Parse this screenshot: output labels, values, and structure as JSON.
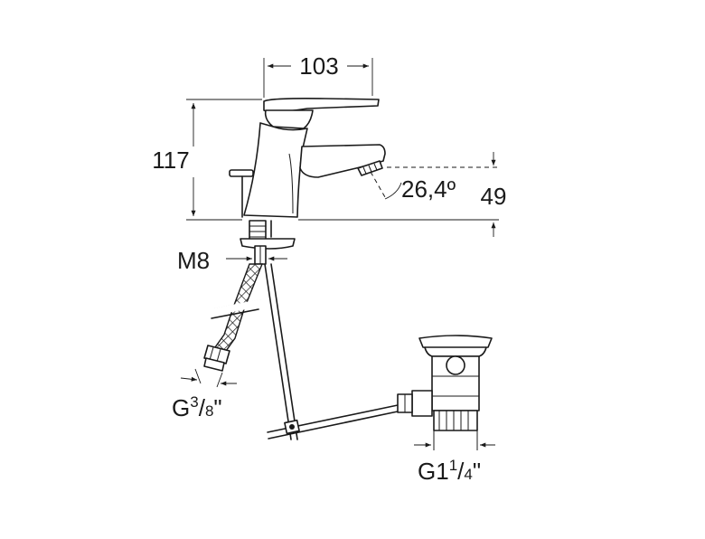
{
  "dimensions": {
    "width_label": "103",
    "height_label": "117",
    "spout_height_label": "49",
    "angle_label": "26,4º",
    "stud_thread_label": "M8"
  },
  "connections": {
    "hose_thread": {
      "prefix": "G",
      "num": "3",
      "den": "8",
      "suffix": "\""
    },
    "waste_thread": {
      "prefix": "G1",
      "num": "1",
      "den": "4",
      "suffix": "\""
    }
  }
}
